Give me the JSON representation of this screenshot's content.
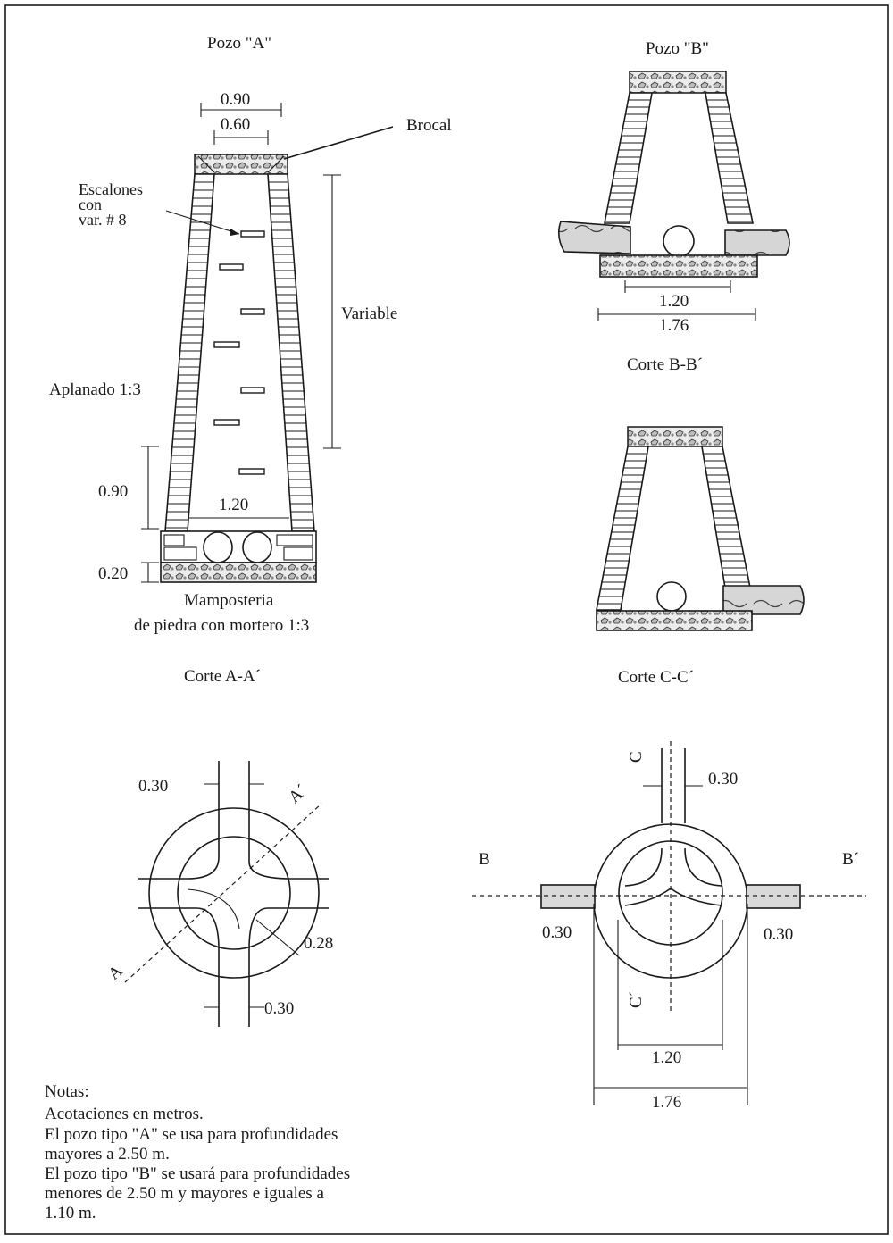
{
  "titles": {
    "pozo_a": "Pozo \"A\"",
    "pozo_b": "Pozo \"B\"",
    "corte_a": "Corte A-A´",
    "corte_b": "Corte B-B´",
    "corte_c": "Corte C-C´"
  },
  "labels": {
    "brocal": "Brocal",
    "escalones_1": "Escalones",
    "escalones_2": "con",
    "escalones_3": "var. # 8",
    "variable": "Variable",
    "aplanado": "Aplanado 1:3",
    "mamposteria_1": "Mamposteria",
    "mamposteria_2": "de piedra con mortero 1:3"
  },
  "dims": {
    "a_top_outer": "0.90",
    "a_top_inner": "0.60",
    "a_bottom_height": "0.90",
    "a_inner_width": "1.20",
    "a_base_thick": "0.20",
    "b_inner": "1.20",
    "b_outer": "1.76",
    "plan_a_pipe_top": "0.30",
    "plan_a_wall": "0.28",
    "plan_a_pipe_bottom": "0.30",
    "plan_b_pipe_top": "0.30",
    "plan_b_pipe_left": "0.30",
    "plan_b_pipe_right": "0.30",
    "plan_b_inner": "1.20",
    "plan_b_outer": "1.76"
  },
  "section_marks": {
    "a": "A",
    "a_prime": "A´",
    "b": "B",
    "b_prime": "B´",
    "c": "C",
    "c_prime": "C´"
  },
  "notes": {
    "title": "Notas:",
    "line1": "Acotaciones en metros.",
    "line2": "El pozo tipo \"A\"  se usa para profundidades",
    "line3": "mayores a 2.50 m.",
    "line4": "El pozo tipo \"B\" se usará para profundidades",
    "line5": "menores de 2.50 m y mayores e iguales a",
    "line6": "1.10 m."
  }
}
